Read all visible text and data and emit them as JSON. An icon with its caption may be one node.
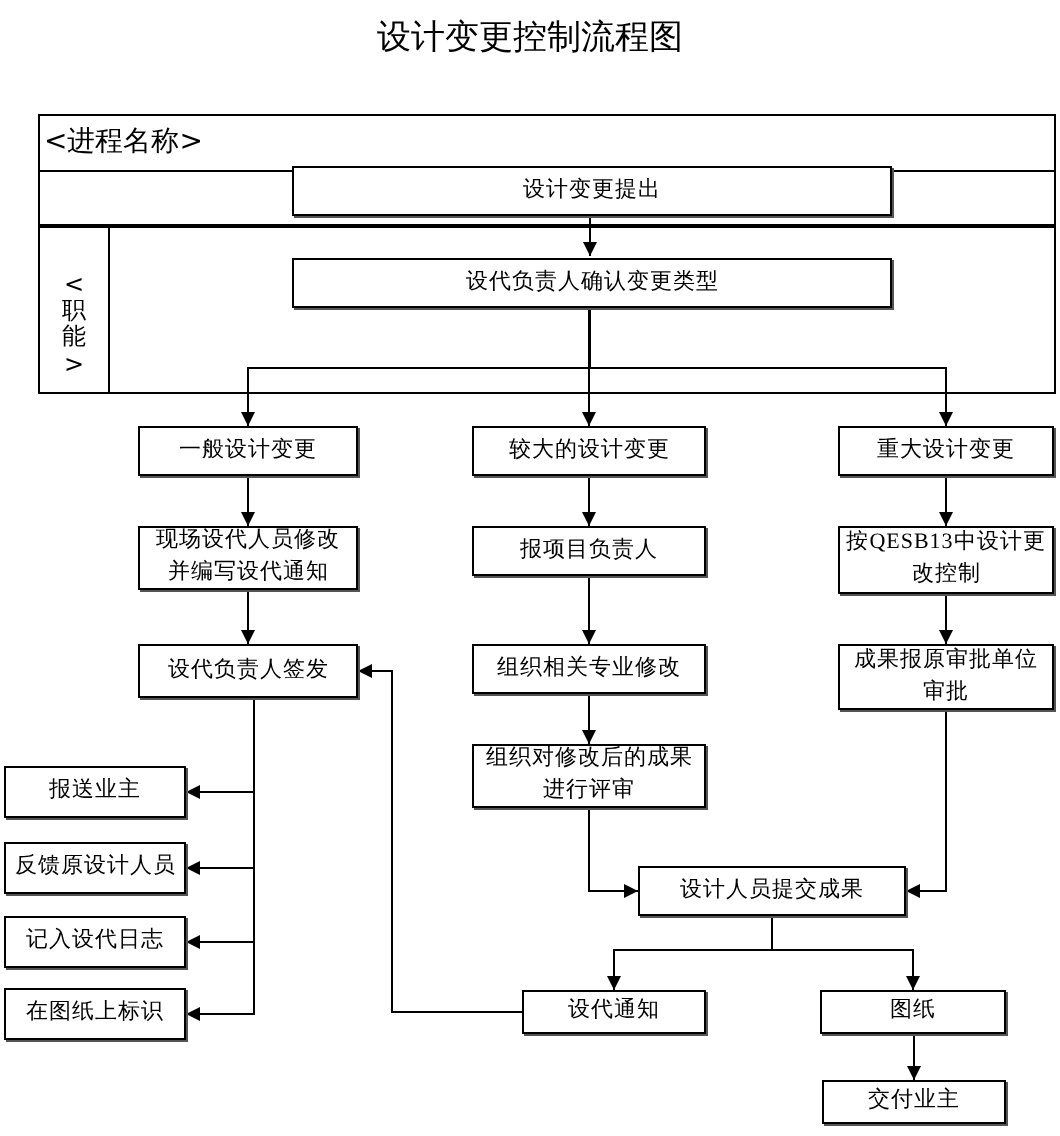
{
  "diagram": {
    "title": "设计变更控制流程图",
    "nodes": [
      {
        "text": [
          "<进程名称>"
        ]
      },
      {
        "text": [
          "设计变更提出"
        ],
        "in": 0
      },
      {
        "text": [
          "<职能>"
        ]
      },
      {
        "text": [
          "设代负责人确认变更类型"
        ],
        "in": 2
      },
      {
        "text": [
          "一般设计变更"
        ]
      },
      {
        "text": [
          "较大的设计变更"
        ]
      },
      {
        "text": [
          "重大设计变更"
        ]
      },
      {
        "text": [
          "现场设代人员修改并编写设代通知"
        ]
      },
      {
        "text": [
          "报项目负责人"
        ]
      },
      {
        "text": [
          "按QESB13中设计更改控制"
        ]
      },
      {
        "text": [
          "设代负责人签发"
        ]
      },
      {
        "text": [
          "组织相关专业修改"
        ]
      },
      {
        "text": [
          "成果报原审批单位审批"
        ]
      },
      {
        "text": [
          "组织对修改后的成果进行评审"
        ]
      },
      {
        "text": [
          "报送业主"
        ]
      },
      {
        "text": [
          "反馈原设计人员"
        ]
      },
      {
        "text": [
          "记入设代日志"
        ]
      },
      {
        "text": [
          "在图纸上标识"
        ]
      },
      {
        "text": [
          "设计人员提交成果"
        ]
      },
      {
        "text": [
          "设代通知"
        ]
      },
      {
        "text": [
          "图纸"
        ]
      },
      {
        "text": [
          "交付业主"
        ]
      }
    ],
    "edges": [
      {
        "from": 1,
        "to": 3,
        "arrow": "to"
      },
      {
        "from": 3,
        "to": 4,
        "arrow": "to"
      },
      {
        "from": 3,
        "to": 5,
        "arrow": "to"
      },
      {
        "from": 3,
        "to": 6,
        "arrow": "to"
      },
      {
        "from": 4,
        "to": 7,
        "arrow": "to"
      },
      {
        "from": 5,
        "to": 8,
        "arrow": "to"
      },
      {
        "from": 6,
        "to": 9,
        "arrow": "to"
      },
      {
        "from": 7,
        "to": 10,
        "arrow": "to"
      },
      {
        "from": 8,
        "to": 11,
        "arrow": "to"
      },
      {
        "from": 9,
        "to": 12,
        "arrow": "to"
      },
      {
        "from": 11,
        "to": 13,
        "arrow": "to"
      },
      {
        "from": 10,
        "to": 14,
        "arrow": "to"
      },
      {
        "from": 10,
        "to": 15,
        "arrow": "to"
      },
      {
        "from": 10,
        "to": 16,
        "arrow": "to"
      },
      {
        "from": 10,
        "to": 17,
        "arrow": "to"
      },
      {
        "from": 13,
        "to": 18,
        "arrow": "to"
      },
      {
        "from": 12,
        "to": 18,
        "arrow": "to"
      },
      {
        "from": 18,
        "to": 19,
        "arrow": "to"
      },
      {
        "from": 18,
        "to": 20,
        "arrow": "to"
      },
      {
        "from": 20,
        "to": 21,
        "arrow": "to"
      },
      {
        "from": 19,
        "to": 10,
        "arrow": "to"
      }
    ]
  }
}
